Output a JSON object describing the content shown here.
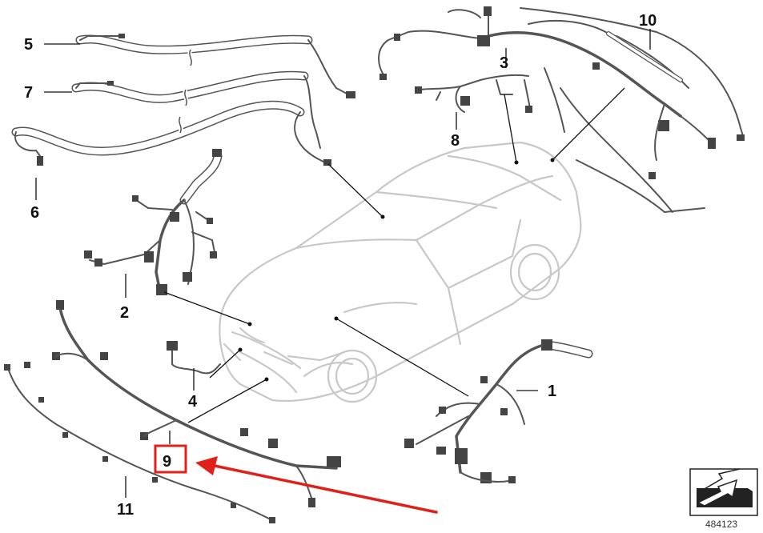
{
  "diagram": {
    "callouts": [
      "1",
      "2",
      "3",
      "4",
      "5",
      "6",
      "7",
      "8",
      "9",
      "10",
      "11"
    ],
    "highlighted_callout": "9",
    "highlight_color": "#e0201b",
    "reference_number": "484123",
    "corner_icon": "arrow-pictogram-icon"
  }
}
